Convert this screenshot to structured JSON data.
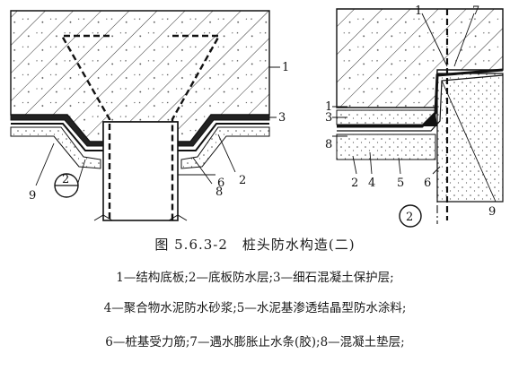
{
  "figure": {
    "title": "图 5.6.3-2　桩头防水构造(二)",
    "legend_lines": [
      "1—结构底板;2—底板防水层;3—细石混凝土保护层;",
      "4—聚合物水泥防水砂浆;5—水泥基渗透结晶型防水涂料;",
      "6—桩基受力筋;7—遇水膨胀止水条(胶);8—混凝土垫层;"
    ]
  },
  "left_view": {
    "callouts": [
      "1",
      "3",
      "2",
      "6",
      "8",
      "9"
    ],
    "section_mark": "2"
  },
  "right_view": {
    "callouts": [
      "1",
      "7",
      "3",
      "1",
      "8",
      "2",
      "4",
      "5",
      "6",
      "9"
    ],
    "detail_mark": "2"
  },
  "colors": {
    "line": "#111111",
    "hatch": "#333333",
    "paper": "#ffffff"
  }
}
